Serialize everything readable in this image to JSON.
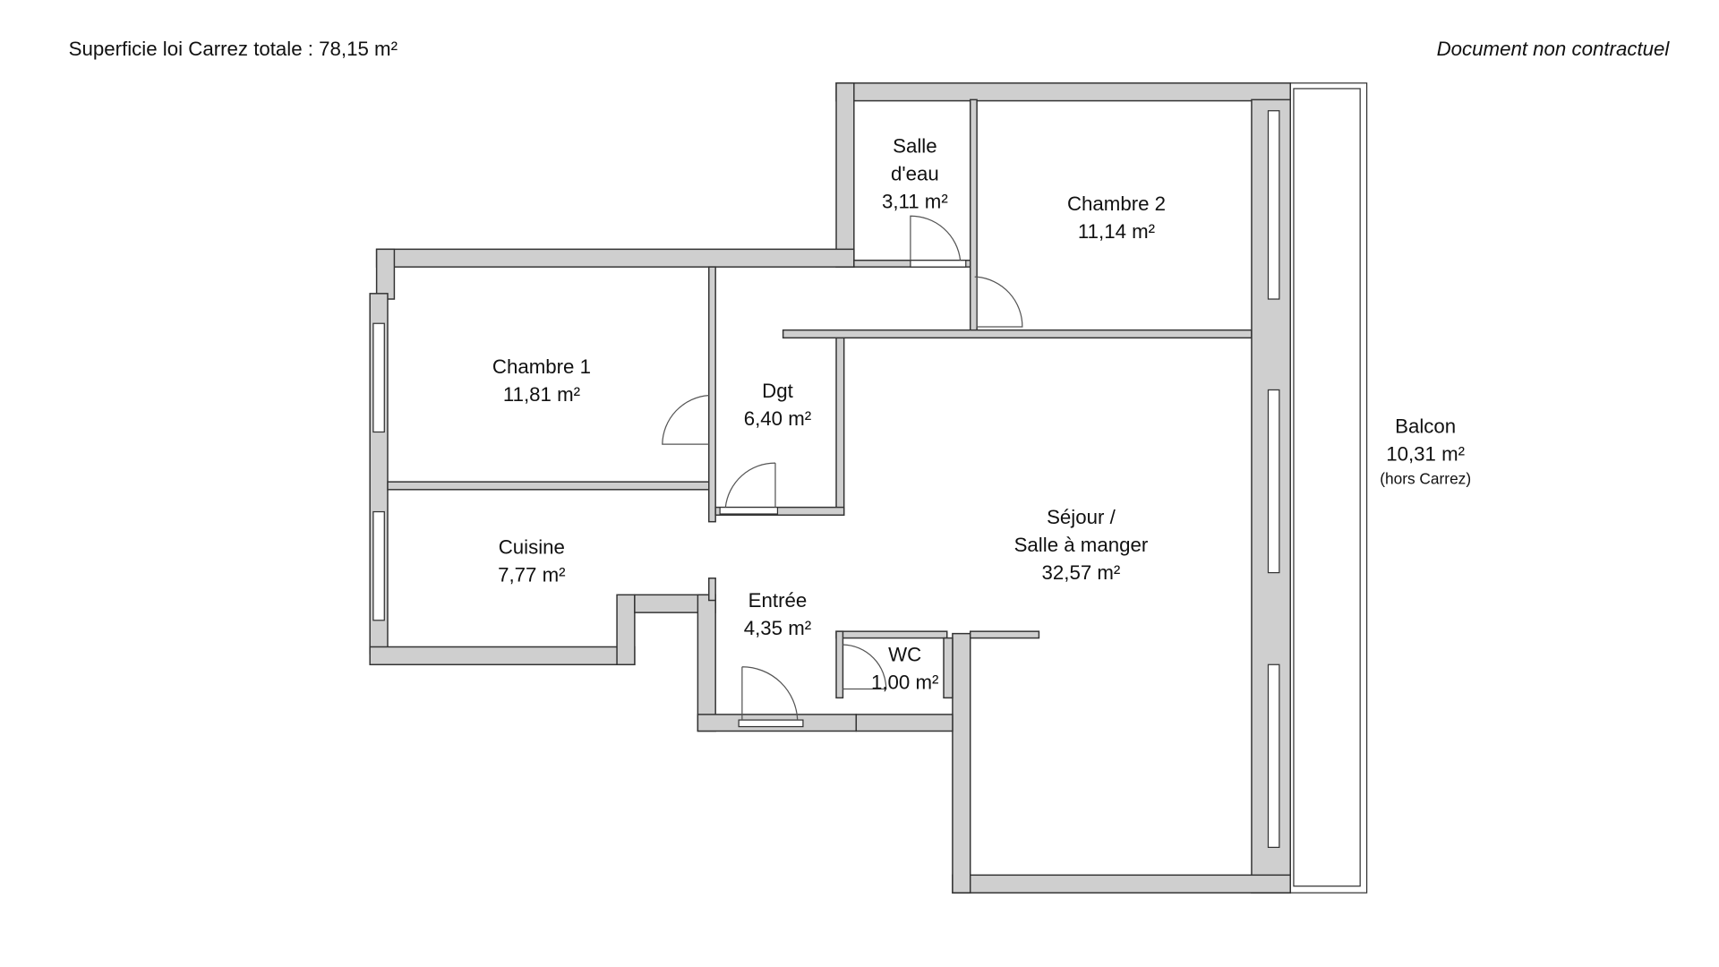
{
  "header": {
    "total_area": "Superficie loi Carrez totale :  78,15 m²",
    "disclaimer": "Document non contractuel"
  },
  "rooms": {
    "salle_eau": {
      "name1": "Salle",
      "name2": "d'eau",
      "area": "3,11 m²"
    },
    "chambre2": {
      "name": "Chambre 2",
      "area": "11,14 m²"
    },
    "chambre1": {
      "name": "Chambre 1",
      "area": "11,81 m²"
    },
    "dgt": {
      "name": "Dgt",
      "area": "6,40 m²"
    },
    "cuisine": {
      "name": "Cuisine",
      "area": "7,77 m²"
    },
    "sejour": {
      "name1": "Séjour /",
      "name2": "Salle à manger",
      "area": "32,57 m²"
    },
    "entree": {
      "name": "Entrée",
      "area": "4,35 m²"
    },
    "wc": {
      "name": "WC",
      "area": "1,00 m²"
    },
    "balcon": {
      "name": "Balcon",
      "area": "10,31 m²",
      "note": "(hors Carrez)"
    }
  },
  "colors": {
    "wall": "#cfcfcf",
    "line": "#333333"
  }
}
